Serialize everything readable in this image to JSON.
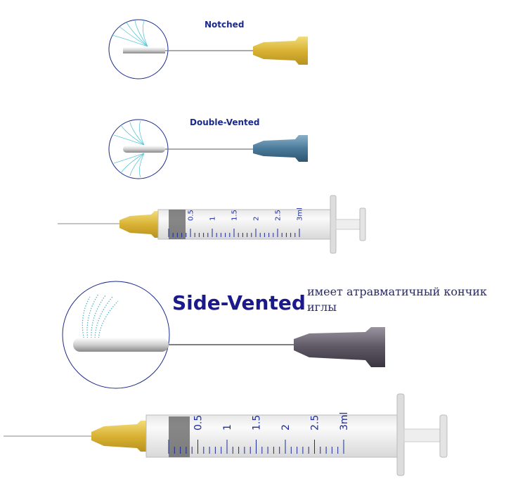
{
  "labels": {
    "notched": "Notched",
    "double_vented": "Double-Vented",
    "side_vented": "Side-Vented",
    "description": "имеет атравматичный кончик иглы"
  },
  "syringe_scale": [
    "0.5",
    "1",
    "1.5",
    "2",
    "2.5",
    "3ml"
  ],
  "colors": {
    "label_blue": "#1a2a8c",
    "hub_yellow": "#e6c44a",
    "hub_blue": "#4a7a9a",
    "hub_gray": "#6a6470",
    "flow_cyan": "#5cc8d8"
  }
}
